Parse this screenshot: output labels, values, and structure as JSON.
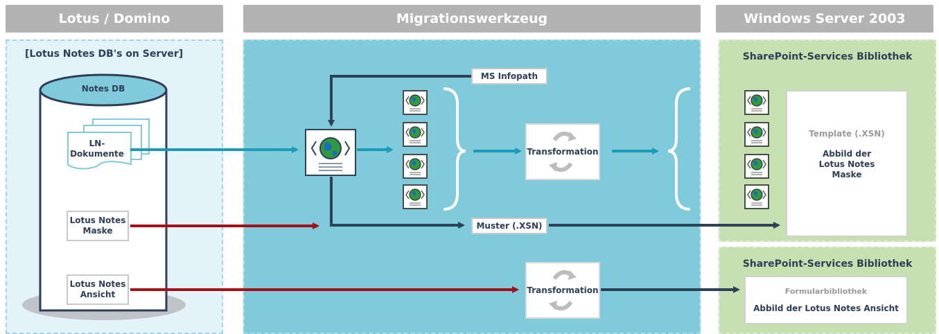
{
  "headers": {
    "left": "Lotus / Domino",
    "middle": "Migrationswerkzeug",
    "right": "Windows Server 2003"
  },
  "left_zone": {
    "title": "[Lotus Notes DB's on Server]",
    "db_label": "Notes DB",
    "documents_label": "LN-Dokumente",
    "mask_label": "Lotus Notes Maske",
    "view_label": "Lotus Notes Ansicht"
  },
  "middle_zone": {
    "infopath_label": "MS Infopath",
    "transformation_top": "Transformation",
    "transformation_bottom": "Transformation",
    "muster_label": "Muster (.XSN)"
  },
  "right_zone": {
    "library_top_title": "SharePoint-Services Bibliothek",
    "template_title": "Template (.XSN)",
    "template_desc": "Abbild der Lotus Notes Maske",
    "library_bottom_title": "SharePoint-Services Bibliothek",
    "formlib_title": "Formularbibliothek",
    "formlib_desc": "Abbild der Lotus Notes Ansicht"
  },
  "colors": {
    "teal_arrow": "#1a9bb8",
    "red_arrow": "#a40f18",
    "navy_arrow": "#2d4159",
    "middle_bg": "#80cbdb",
    "left_bg": "#e3f3f9",
    "right_bg": "#c6e0b0",
    "header_bg": "#b3b3b3"
  }
}
